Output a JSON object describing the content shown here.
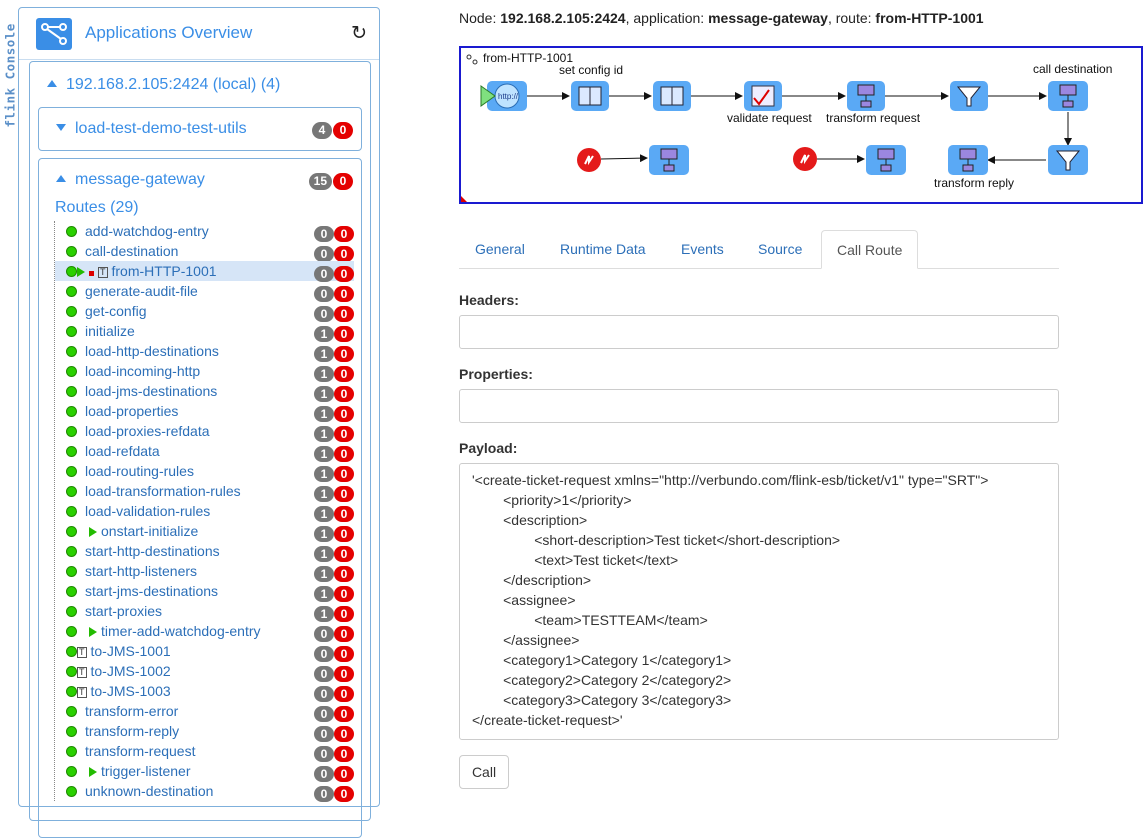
{
  "console_label": "flink Console",
  "sidebar": {
    "title": "Applications Overview",
    "app_icon": "route-graph-icon",
    "refresh_icon": "refresh-icon",
    "node": {
      "label": "192.168.2.105:2424 (local) (4)",
      "apps": [
        {
          "name": "load-test-demo-test-utils",
          "count": "4",
          "errors": "0",
          "expanded": false
        },
        {
          "name": "message-gateway",
          "count": "15",
          "errors": "0",
          "expanded": true
        }
      ]
    },
    "routes_title": "Routes (29)",
    "routes": [
      {
        "name": "add-watchdog-entry",
        "count": "0",
        "errors": "0"
      },
      {
        "name": "call-destination",
        "count": "0",
        "errors": "0"
      },
      {
        "name": "from-HTTP-1001",
        "count": "0",
        "errors": "0"
      },
      {
        "name": "generate-audit-file",
        "count": "0",
        "errors": "0"
      },
      {
        "name": "get-config",
        "count": "0",
        "errors": "0"
      },
      {
        "name": "initialize",
        "count": "1",
        "errors": "0"
      },
      {
        "name": "load-http-destinations",
        "count": "1",
        "errors": "0"
      },
      {
        "name": "load-incoming-http",
        "count": "1",
        "errors": "0"
      },
      {
        "name": "load-jms-destinations",
        "count": "1",
        "errors": "0"
      },
      {
        "name": "load-properties",
        "count": "1",
        "errors": "0"
      },
      {
        "name": "load-proxies-refdata",
        "count": "1",
        "errors": "0"
      },
      {
        "name": "load-refdata",
        "count": "1",
        "errors": "0"
      },
      {
        "name": "load-routing-rules",
        "count": "1",
        "errors": "0"
      },
      {
        "name": "load-transformation-rules",
        "count": "1",
        "errors": "0"
      },
      {
        "name": "load-validation-rules",
        "count": "1",
        "errors": "0"
      },
      {
        "name": "onstart-initialize",
        "count": "1",
        "errors": "0"
      },
      {
        "name": "start-http-destinations",
        "count": "1",
        "errors": "0"
      },
      {
        "name": "start-http-listeners",
        "count": "1",
        "errors": "0"
      },
      {
        "name": "start-jms-destinations",
        "count": "1",
        "errors": "0"
      },
      {
        "name": "start-proxies",
        "count": "1",
        "errors": "0"
      },
      {
        "name": "timer-add-watchdog-entry",
        "count": "0",
        "errors": "0"
      },
      {
        "name": "to-JMS-1001",
        "count": "0",
        "errors": "0"
      },
      {
        "name": "to-JMS-1002",
        "count": "0",
        "errors": "0"
      },
      {
        "name": "to-JMS-1003",
        "count": "0",
        "errors": "0"
      },
      {
        "name": "transform-error",
        "count": "0",
        "errors": "0"
      },
      {
        "name": "transform-reply",
        "count": "0",
        "errors": "0"
      },
      {
        "name": "transform-request",
        "count": "0",
        "errors": "0"
      },
      {
        "name": "trigger-listener",
        "count": "0",
        "errors": "0"
      },
      {
        "name": "unknown-destination",
        "count": "0",
        "errors": "0"
      }
    ]
  },
  "header": {
    "node_label": "Node:",
    "node": "192.168.2.105:2424",
    "app_label": ", application:",
    "app": "message-gateway",
    "route_label": ", route:",
    "route": "from-HTTP-1001"
  },
  "diagram": {
    "title": "from-HTTP-1001",
    "labels": {
      "set_config": "set config id",
      "validate": "validate request",
      "transform_request": "transform request",
      "call_destination": "call destination",
      "transform_reply": "transform reply"
    }
  },
  "tabs": [
    "General",
    "Runtime Data",
    "Events",
    "Source",
    "Call Route"
  ],
  "form": {
    "headers_label": "Headers:",
    "properties_label": "Properties:",
    "payload_label": "Payload:",
    "payload_lines": [
      "'<create-ticket-request xmlns=\"http://verbundo.com/flink-esb/ticket/v1\" type=\"SRT\">",
      "        <priority>1</priority>",
      "        <description>",
      "                <short-description>Test ticket</short-description>",
      "                <text>Test ticket</text>",
      "        </description>",
      "        <assignee>",
      "                <team>TESTTEAM</team>",
      "        </assignee>",
      "        <category1>Category 1</category1>",
      "        <category2>Category 2</category2>",
      "        <category3>Category 3</category3>",
      "</create-ticket-request>'"
    ],
    "call_label": "Call"
  }
}
